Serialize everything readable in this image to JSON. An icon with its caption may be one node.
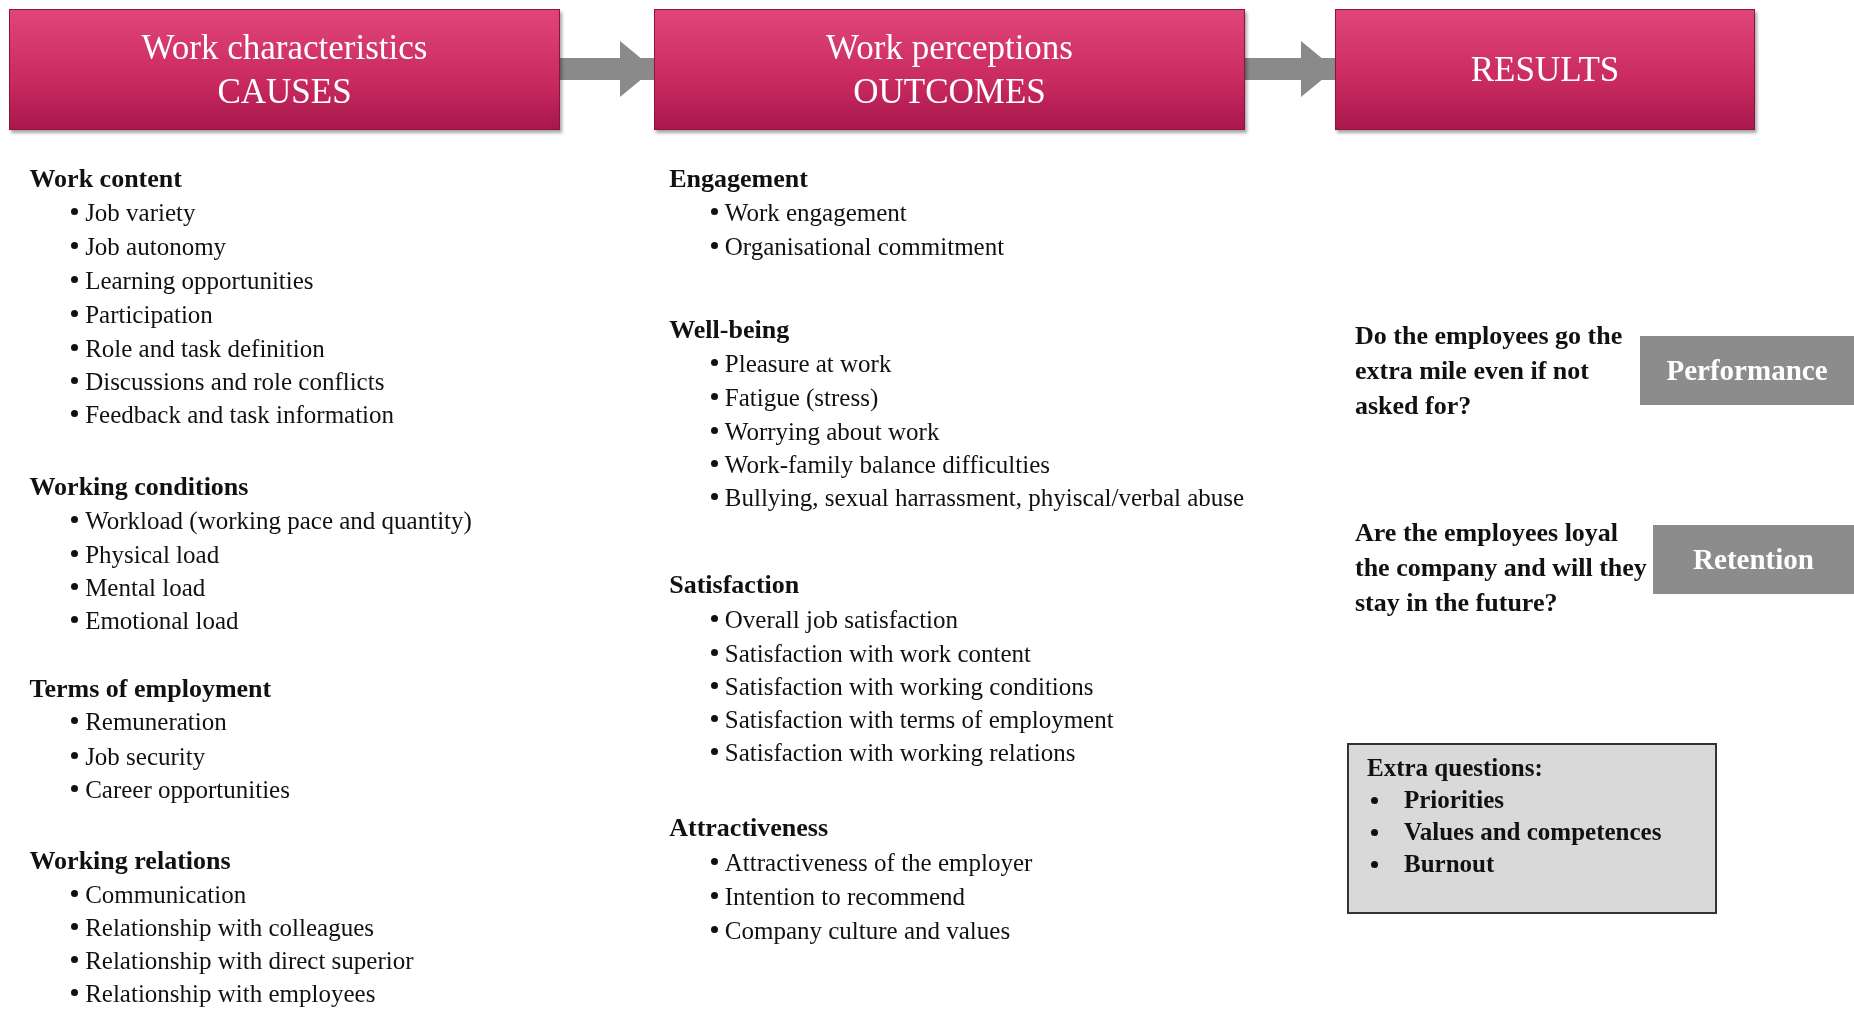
{
  "diagram": {
    "nodes": [
      {
        "text": [
          "Work characteristics CAUSES"
        ]
      },
      {
        "text": [
          "Work perceptions OUTCOMES"
        ]
      },
      {
        "text": [
          "RESULTS"
        ]
      },
      {
        "text": [
          "Performance"
        ],
        "beside": [
          "Do the employees go the extra mile even if not asked for?"
        ]
      },
      {
        "text": [
          "Retention"
        ],
        "beside": [
          "Are the employees loyal the company and will they stay in the future?"
        ]
      },
      {
        "text": [
          "Extra questions:",
          "Priorities",
          "Values and competences",
          "Burnout"
        ]
      }
    ],
    "edges": [
      {
        "from": 0,
        "to": 1,
        "arrow": "to"
      },
      {
        "from": 1,
        "to": 2,
        "arrow": "to"
      }
    ],
    "labels": [
      "Work content",
      "Job variety",
      "Job autonomy",
      "Learning opportunities",
      "Participation",
      "Role and task definition",
      "Discussions and role conflicts",
      "Feedback and task information",
      "Working conditions",
      "Workload (working pace and quantity)",
      "Physical load",
      "Mental load",
      "Emotional load",
      "Terms of employment",
      "Remuneration",
      "Job security",
      "Career opportunities",
      "Working relations",
      "Communication",
      "Relationship with colleagues",
      "Relationship with direct superior",
      "Relationship with employees",
      "Engagement",
      "Work engagement",
      "Organisational commitment",
      "Well-being",
      "Pleasure at work",
      "Fatigue (stress)",
      "Worrying about work",
      "Work-family balance difficulties",
      "Bullying, sexual harrassment, phyiscal/verbal abuse",
      "Satisfaction",
      "Overall job satisfaction",
      "Satisfaction with work content",
      "Satisfaction with working conditions",
      "Satisfaction with terms of employment",
      "Satisfaction with working relations",
      "Attractiveness",
      "Attractiveness of the employer",
      "Intention to recommend",
      "Company culture and values"
    ]
  }
}
